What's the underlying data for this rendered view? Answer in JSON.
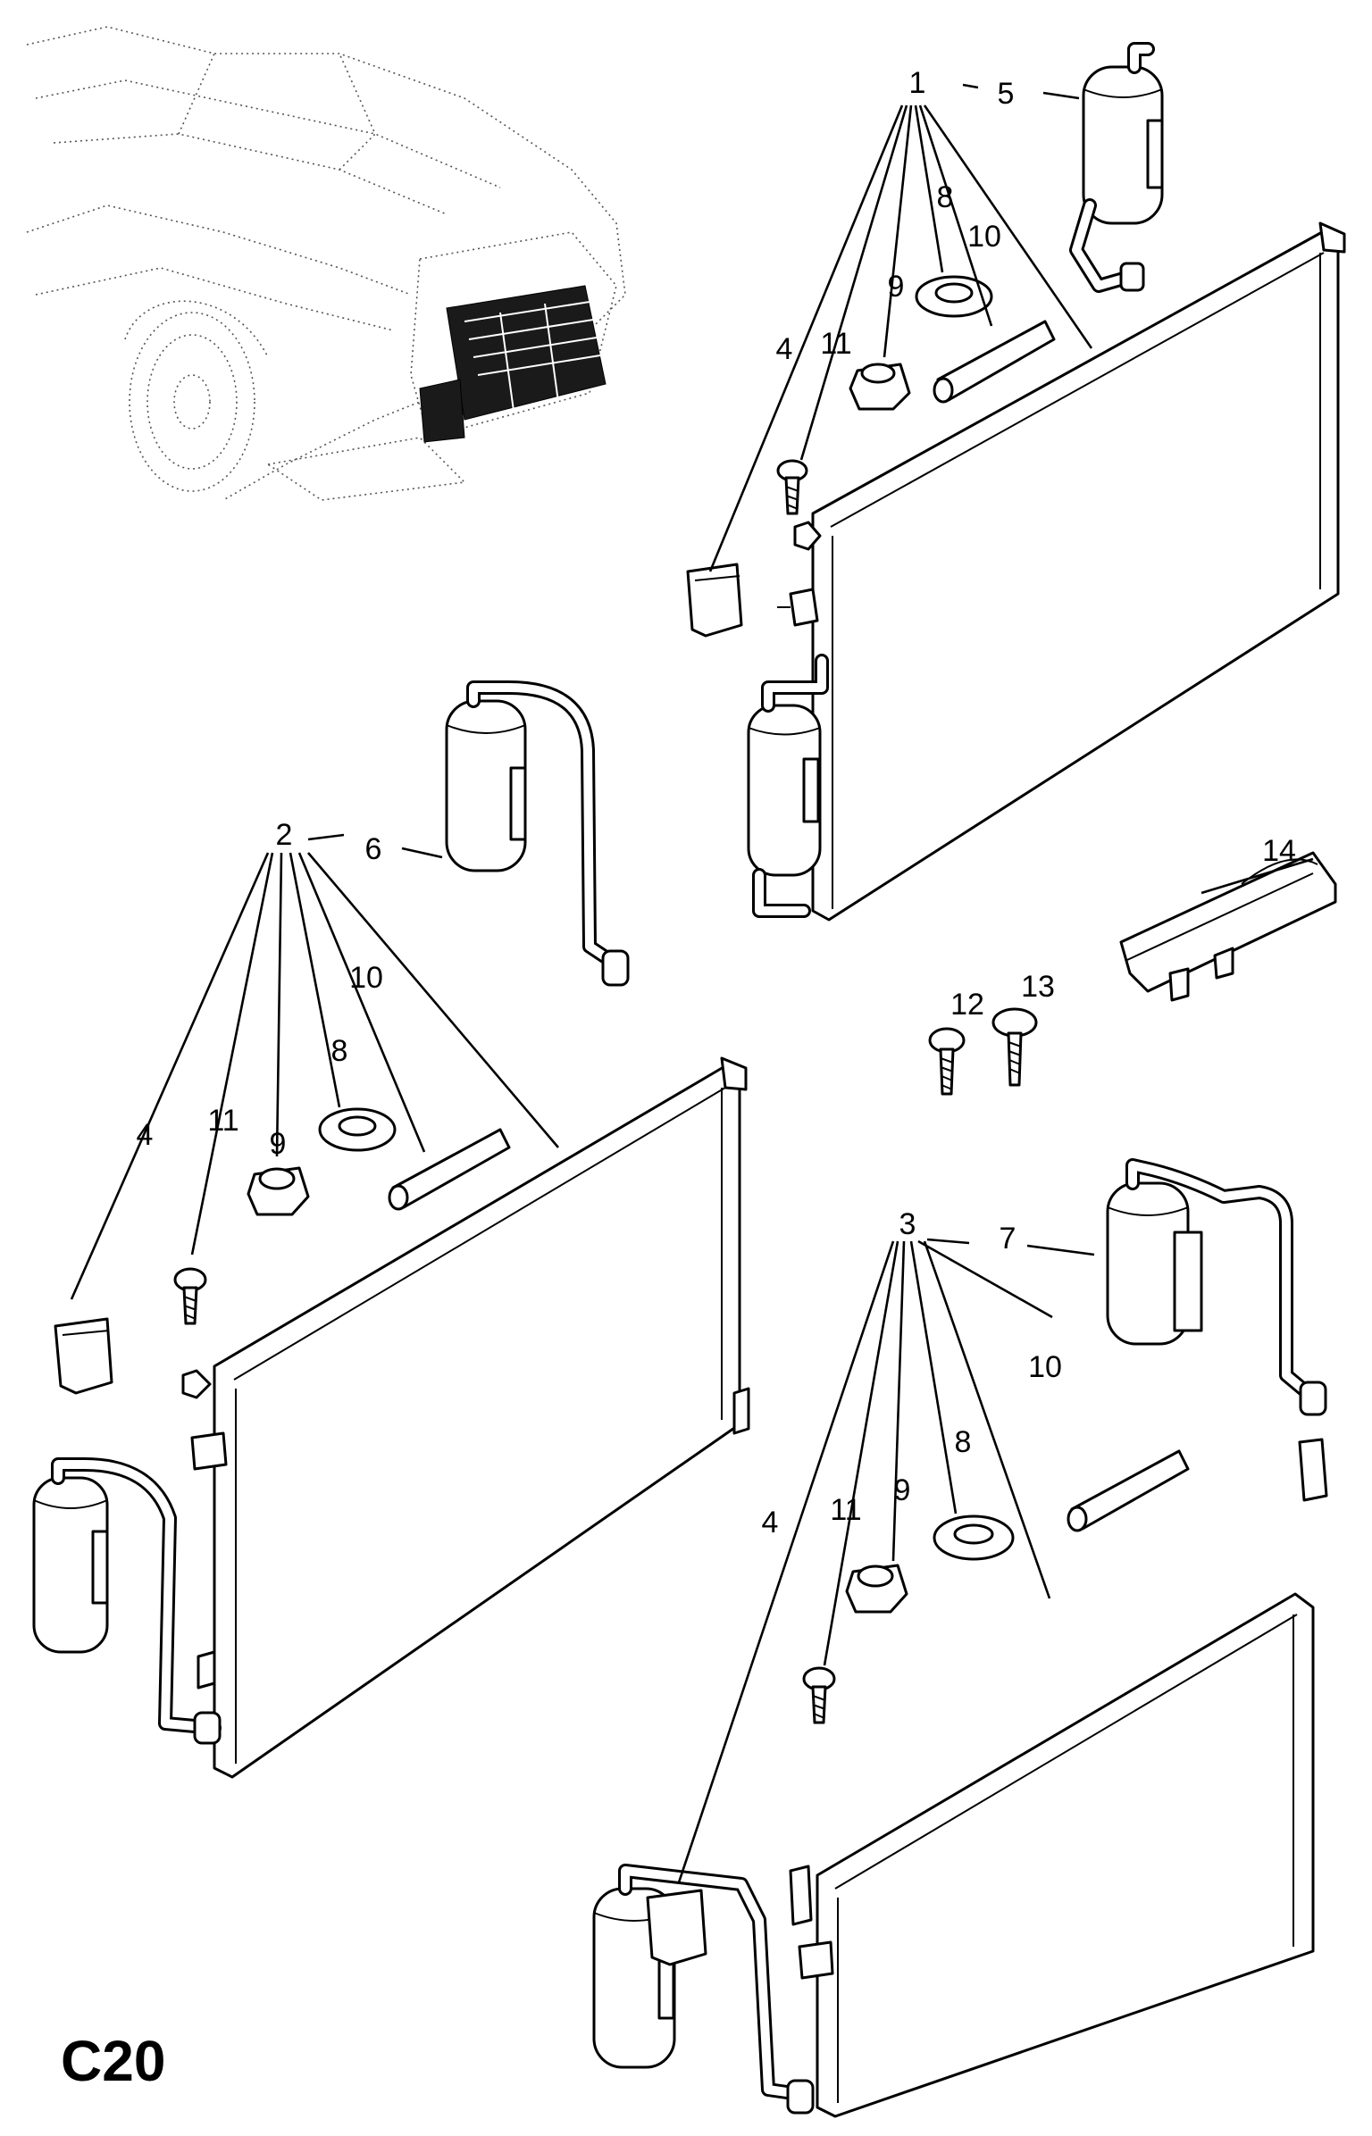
{
  "page_code": "C20",
  "callouts": {
    "c1": "1",
    "c2": "2",
    "c3": "3",
    "c4a": "4",
    "c4b": "4",
    "c4c": "4",
    "c5": "5",
    "c6": "6",
    "c7": "7",
    "c8a": "8",
    "c8b": "8",
    "c8c": "8",
    "c9a": "9",
    "c9b": "9",
    "c9c": "9",
    "c10a": "10",
    "c10b": "10",
    "c10c": "10",
    "c11a": "11",
    "c11b": "11",
    "c11c": "11",
    "c12": "12",
    "c13": "13",
    "c14": "14"
  }
}
